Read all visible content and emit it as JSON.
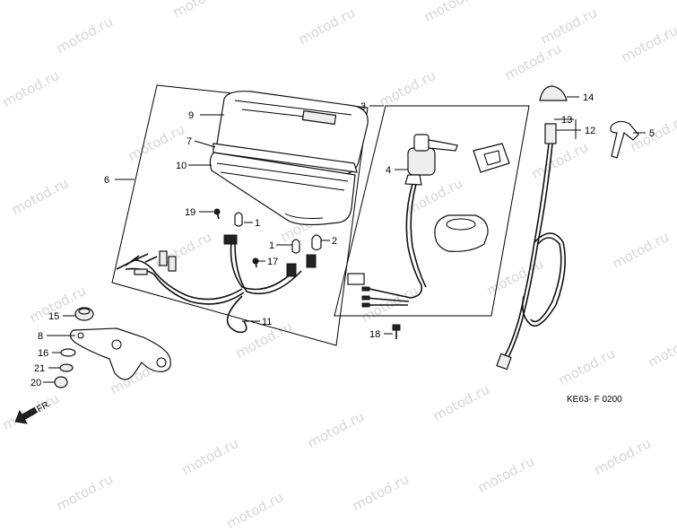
{
  "watermark": "motod.ru",
  "diagram_code": "KE63- F 0200",
  "front_marker": "FR.",
  "callouts": {
    "n1a": "1",
    "n1b": "1",
    "n2": "2",
    "n3": "3",
    "n4": "4",
    "n5": "5",
    "n6": "6",
    "n7": "7",
    "n8": "8",
    "n9": "9",
    "n10": "10",
    "n11": "11",
    "n12": "12",
    "n13": "13",
    "n14": "14",
    "n15": "15",
    "n16": "16",
    "n17": "17",
    "n18": "18",
    "n19": "19",
    "n20": "20",
    "n21": "21"
  }
}
